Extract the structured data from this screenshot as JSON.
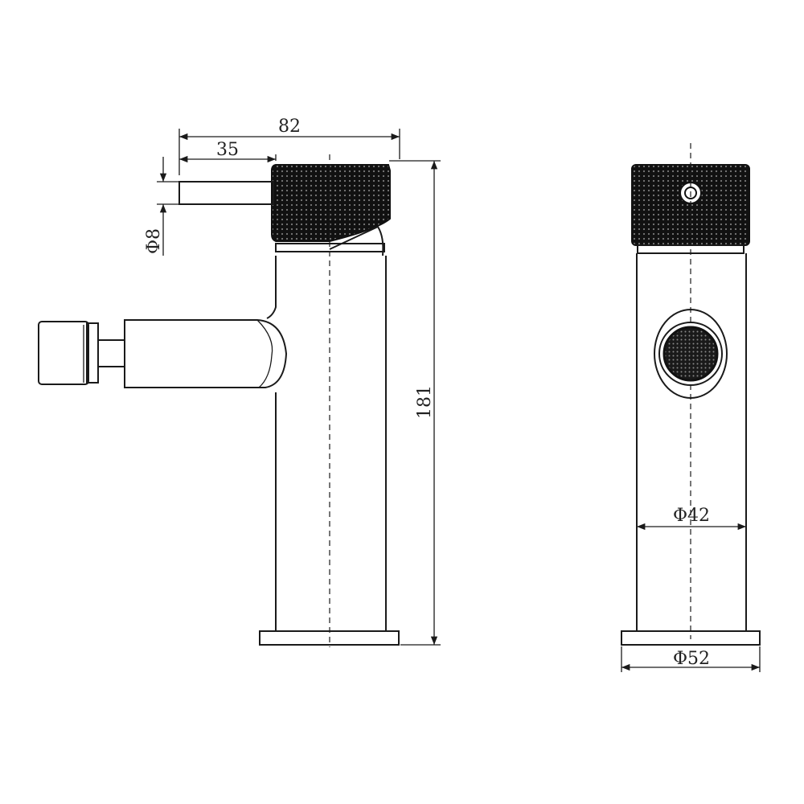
{
  "dimensions": {
    "overall_depth": "82",
    "lever_length": "35",
    "lever_diameter": "Φ8",
    "height": "181",
    "body_diameter": "Φ42",
    "base_diameter": "Φ52"
  },
  "colors": {
    "line": "#1a1a1a",
    "knurl": "#111111",
    "background": "#ffffff"
  }
}
